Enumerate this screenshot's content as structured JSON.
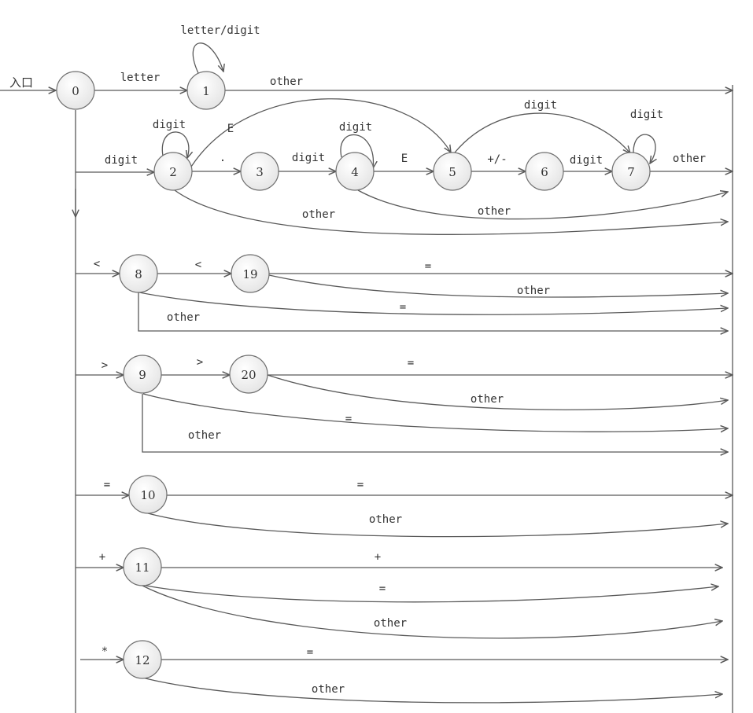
{
  "entry_label": "入口",
  "states": [
    {
      "id": "0",
      "label": "0"
    },
    {
      "id": "1",
      "label": "1"
    },
    {
      "id": "2",
      "label": "2"
    },
    {
      "id": "3",
      "label": "3"
    },
    {
      "id": "4",
      "label": "4"
    },
    {
      "id": "5",
      "label": "5"
    },
    {
      "id": "6",
      "label": "6"
    },
    {
      "id": "7",
      "label": "7"
    },
    {
      "id": "8",
      "label": "8"
    },
    {
      "id": "19",
      "label": "19"
    },
    {
      "id": "9",
      "label": "9"
    },
    {
      "id": "20",
      "label": "20"
    },
    {
      "id": "10",
      "label": "10"
    },
    {
      "id": "11",
      "label": "11"
    },
    {
      "id": "12",
      "label": "12"
    }
  ],
  "transitions": [
    {
      "id": "t-0-1",
      "from": "0",
      "to": "1",
      "label": "letter"
    },
    {
      "id": "t-1-1",
      "from": "1",
      "to": "1",
      "label": "letter/digit"
    },
    {
      "id": "t-1-exit",
      "from": "1",
      "to": "exit",
      "label": "other"
    },
    {
      "id": "t-0-2",
      "from": "0",
      "to": "2",
      "label": "digit"
    },
    {
      "id": "t-2-2",
      "from": "2",
      "to": "2",
      "label": "digit"
    },
    {
      "id": "t-2-3",
      "from": "2",
      "to": "3",
      "label": "."
    },
    {
      "id": "t-2-5",
      "from": "2",
      "to": "5",
      "label": "E"
    },
    {
      "id": "t-3-4",
      "from": "3",
      "to": "4",
      "label": "digit"
    },
    {
      "id": "t-4-4",
      "from": "4",
      "to": "4",
      "label": "digit"
    },
    {
      "id": "t-4-5",
      "from": "4",
      "to": "5",
      "label": "E"
    },
    {
      "id": "t-5-6",
      "from": "5",
      "to": "6",
      "label": "+/-"
    },
    {
      "id": "t-5-7",
      "from": "5",
      "to": "7",
      "label": "digit"
    },
    {
      "id": "t-6-7",
      "from": "6",
      "to": "7",
      "label": "digit"
    },
    {
      "id": "t-7-7",
      "from": "7",
      "to": "7",
      "label": "digit"
    },
    {
      "id": "t-7-exit",
      "from": "7",
      "to": "exit",
      "label": "other"
    },
    {
      "id": "t-4-exit",
      "from": "4",
      "to": "exit",
      "label": "other"
    },
    {
      "id": "t-2-exit",
      "from": "2",
      "to": "exit",
      "label": "other"
    },
    {
      "id": "t-0-8",
      "from": "0",
      "to": "8",
      "label": "<"
    },
    {
      "id": "t-8-19",
      "from": "8",
      "to": "19",
      "label": "<"
    },
    {
      "id": "t-19-exit-eq",
      "from": "19",
      "to": "exit",
      "label": "="
    },
    {
      "id": "t-19-exit-other",
      "from": "19",
      "to": "exit",
      "label": "other"
    },
    {
      "id": "t-8-exit-eq",
      "from": "8",
      "to": "exit",
      "label": "="
    },
    {
      "id": "t-8-exit-other",
      "from": "8",
      "to": "exit",
      "label": "other"
    },
    {
      "id": "t-0-9",
      "from": "0",
      "to": "9",
      "label": ">"
    },
    {
      "id": "t-9-20",
      "from": "9",
      "to": "20",
      "label": ">"
    },
    {
      "id": "t-20-exit-eq",
      "from": "20",
      "to": "exit",
      "label": "="
    },
    {
      "id": "t-20-exit-other",
      "from": "20",
      "to": "exit",
      "label": "other"
    },
    {
      "id": "t-9-exit-eq",
      "from": "9",
      "to": "exit",
      "label": "="
    },
    {
      "id": "t-9-exit-other",
      "from": "9",
      "to": "exit",
      "label": "other"
    },
    {
      "id": "t-0-10",
      "from": "0",
      "to": "10",
      "label": "="
    },
    {
      "id": "t-10-exit-eq",
      "from": "10",
      "to": "exit",
      "label": "="
    },
    {
      "id": "t-10-exit-other",
      "from": "10",
      "to": "exit",
      "label": "other"
    },
    {
      "id": "t-0-11",
      "from": "0",
      "to": "11",
      "label": "+"
    },
    {
      "id": "t-11-exit-plus",
      "from": "11",
      "to": "exit",
      "label": "+"
    },
    {
      "id": "t-11-exit-eq",
      "from": "11",
      "to": "exit",
      "label": "="
    },
    {
      "id": "t-11-exit-other",
      "from": "11",
      "to": "exit",
      "label": "other"
    },
    {
      "id": "t-0-12",
      "from": "0",
      "to": "12",
      "label": "*"
    },
    {
      "id": "t-12-exit-eq",
      "from": "12",
      "to": "exit",
      "label": "="
    },
    {
      "id": "t-12-exit-other",
      "from": "12",
      "to": "exit",
      "label": "other"
    }
  ]
}
